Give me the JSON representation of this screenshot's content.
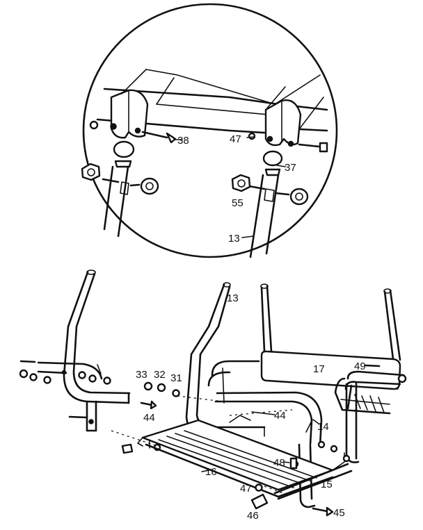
{
  "parts": {
    "p13_top": "13",
    "p13_detail": "13",
    "p14": "14",
    "p15": "15",
    "p16": "16",
    "p17": "17",
    "p31": "31",
    "p32": "32",
    "p33": "33",
    "p37": "37",
    "p38": "38",
    "p44_a": "44",
    "p44_b": "44",
    "p45": "45",
    "p46": "46",
    "p47_a": "47",
    "p47_b": "47",
    "p48": "48",
    "p49": "49",
    "p55": "55"
  }
}
